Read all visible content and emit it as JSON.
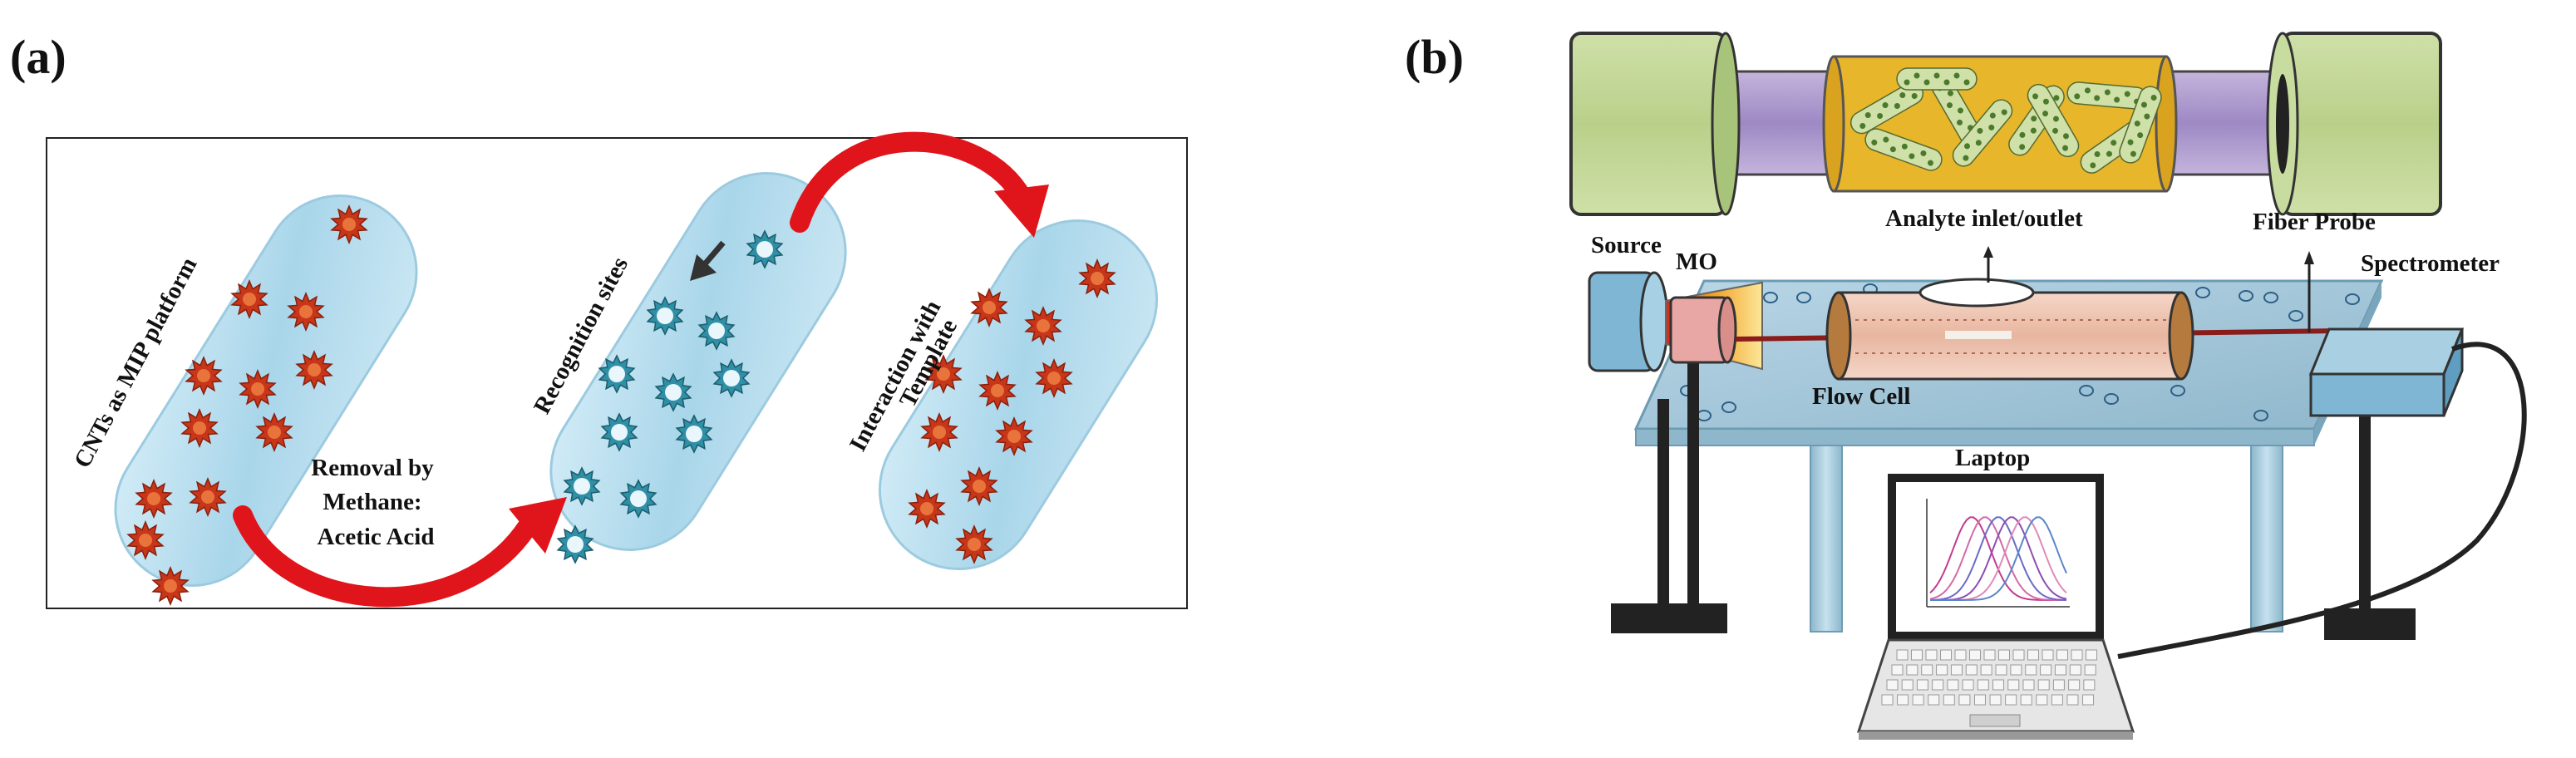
{
  "panel_a": {
    "panel_label": "(a)",
    "cnt_label": "CNTs as MIP platform",
    "recognition_label": "Recognition sites",
    "interaction_label_line1": "Interaction with",
    "interaction_label_line2": "Template",
    "removal_label_line1": "Removal by",
    "removal_label_line2": "Methane:",
    "removal_label_line3": "Acetic Acid"
  },
  "panel_b": {
    "panel_label": "(b)",
    "source_label": "Source",
    "mo_label": "MO",
    "analyte_label": "Analyte inlet/outlet",
    "fiber_probe_label": "Fiber Probe",
    "spectrometer_label": "Spectrometer",
    "flow_cell_label": "Flow Cell",
    "laptop_label": "Laptop"
  },
  "colors": {
    "arrow_red": "#e0151b",
    "capsule_blue": "#bfe0f0",
    "template_red": "#c8361a",
    "site_teal": "#2e8fa6",
    "table_blue": "#9fc4d8",
    "fiber_yellow": "#e8b62a",
    "fiber_green": "#cfe0a8"
  }
}
